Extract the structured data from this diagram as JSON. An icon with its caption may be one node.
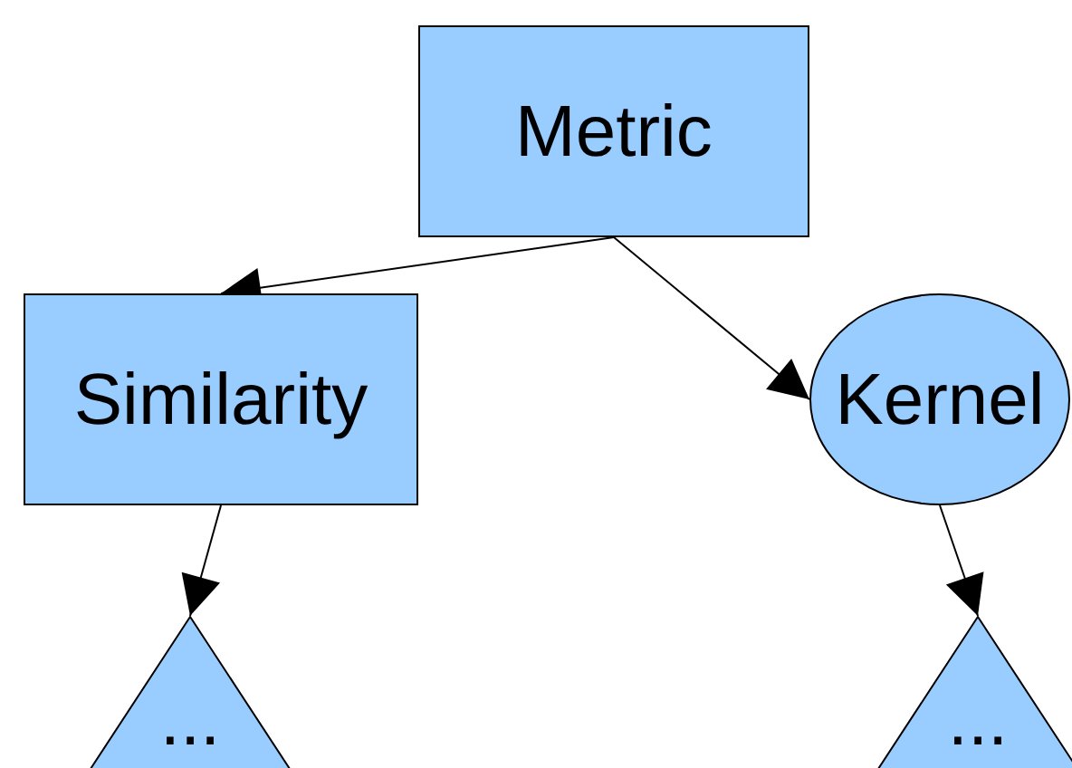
{
  "diagram": {
    "nodes": [
      {
        "text": [
          "Metric"
        ]
      },
      {
        "text": [
          "Similarity"
        ]
      },
      {
        "text": [
          "Kernel"
        ]
      },
      {
        "text": [
          "..."
        ]
      },
      {
        "text": [
          "..."
        ]
      }
    ],
    "edges": [
      {
        "from": 0,
        "to": 1,
        "arrow": "to"
      },
      {
        "from": 0,
        "to": 2,
        "arrow": "to"
      },
      {
        "from": 1,
        "to": 3,
        "arrow": "to"
      },
      {
        "from": 2,
        "to": 4,
        "arrow": "to"
      }
    ]
  }
}
